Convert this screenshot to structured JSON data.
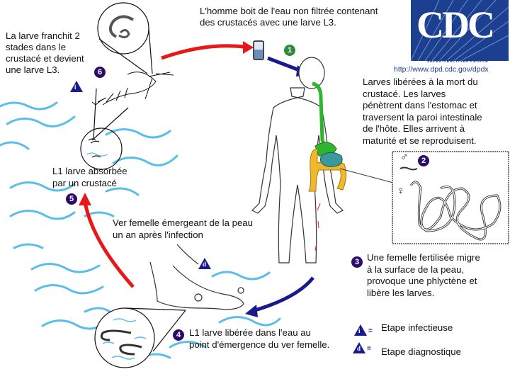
{
  "logo": {
    "name": "CDC",
    "tagline": "SAFER·HEALTHIER·PEOPLE™",
    "url": "http://www.dpd.cdc.gov/dpdx",
    "color": "#1d3f8f"
  },
  "steps": [
    {
      "number": "1",
      "color": "#2e8b3a",
      "text": "L'homme boit de l'eau non filtrée contenant\ndes crustacés avec une larve L3."
    },
    {
      "number": "2",
      "color": "#2e0a6b",
      "text": "Larves libérées à la mort du\ncrustacé. Les larves\npénètrent dans l'estomac et\ntraversent la paroi intestinale\nde l'hôte. Elles arrivent à\nmaturité et se reproduisent."
    },
    {
      "number": "3",
      "color": "#2e0a6b",
      "text": "Une femelle fertilisée migre\nà la surface de la peau,\nprovoque une phlyctène et\nlibère les larves."
    },
    {
      "number": "4",
      "color": "#2e0a6b",
      "text": "L1 larve libérée dans l'eau au\npoint d'émergence du ver femelle."
    },
    {
      "number": "5",
      "color": "#2e0a6b",
      "text": "L1 larve absorbée\npar un crustacé"
    },
    {
      "number": "6",
      "color": "#2e0a6b",
      "text": "La larve franchit 2\nstades dans le\ncrustacé et devient\nune larve L3."
    }
  ],
  "annotations": {
    "emerging_worm": "Ver femelle émergeant de la peau\nun an après l'infection",
    "male_symbol": "♂",
    "female_symbol": "♀"
  },
  "markers": {
    "infective": "i",
    "diagnostic": "d"
  },
  "legend": [
    {
      "symbol": "i",
      "label": "Etape infectieuse"
    },
    {
      "symbol": "d",
      "label": "Etape diagnostique"
    }
  ],
  "colors": {
    "human_host_arrow": "#1a1a8c",
    "environment_arrow": "#e81818",
    "water": "#5bbde8",
    "esophagus": "#2db52d",
    "colon": "#f0b82a",
    "small_intestine": "#3a9a9a"
  }
}
